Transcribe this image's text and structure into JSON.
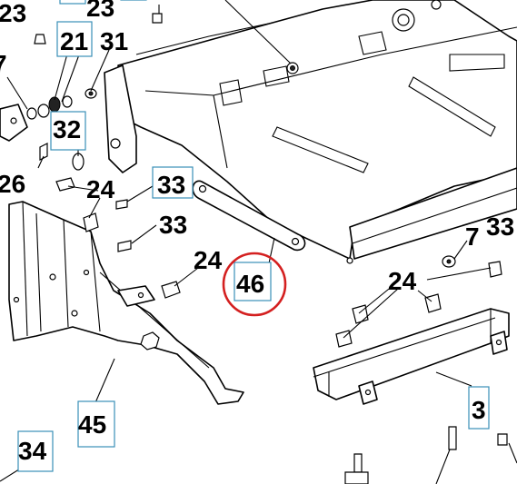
{
  "diagram": {
    "labels": {
      "l23a": "23",
      "l23b": "23",
      "l21": "21",
      "l31": "31",
      "l7a": "7",
      "l32": "32",
      "l26": "26",
      "l24a": "24",
      "l33a": "33",
      "l33b": "33",
      "l24b": "24",
      "l46": "46",
      "l33c": "33",
      "l7b": "7",
      "l24c": "24",
      "l45": "45",
      "l3": "3",
      "l34": "34"
    },
    "colors": {
      "label_box_border": "#3a8fb7",
      "highlight_circle": "#d42020",
      "line_art": "#000000"
    },
    "highlighted_part": "46"
  }
}
